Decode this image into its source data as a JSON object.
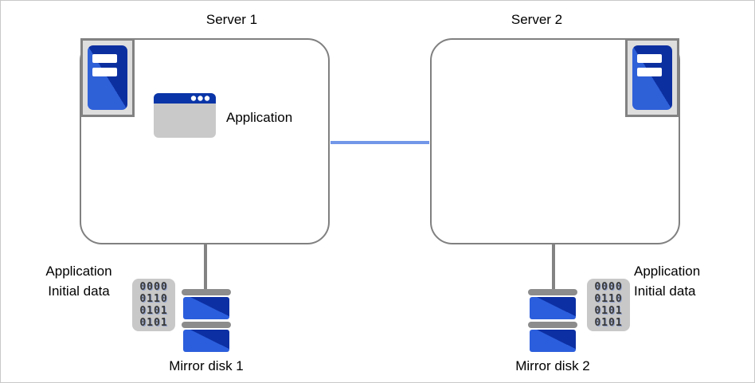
{
  "diagram": {
    "server1": {
      "title": "Server 1",
      "application_label": "Application"
    },
    "server2": {
      "title": "Server 2"
    },
    "mirror_disk1": {
      "label": "Mirror disk 1"
    },
    "mirror_disk2": {
      "label": "Mirror disk 2"
    },
    "initial_data_left": {
      "line1": "Application",
      "line2": "Initial data",
      "binary": [
        "0000",
        "0110",
        "0101",
        "0101"
      ]
    },
    "initial_data_right": {
      "line1": "Application",
      "line2": "Initial data",
      "binary": [
        "0000",
        "0110",
        "0101",
        "0101"
      ]
    },
    "colors": {
      "box_border_gray": "#808080",
      "link_line_blue": "#7296E8",
      "connector_gray": "#838383",
      "server_icon_blue_light": "#2E60D8",
      "server_icon_blue_dark": "#0C2FA0",
      "window_title_blue": "#0A35A8",
      "window_body_gray": "#C9C9C9",
      "disk_bar_gray": "#8C8C8C",
      "disk_blue_light": "#2B5EDC",
      "disk_blue_dark": "#0C2FA3",
      "binary_bg_gray": "#C8C8C8"
    }
  }
}
